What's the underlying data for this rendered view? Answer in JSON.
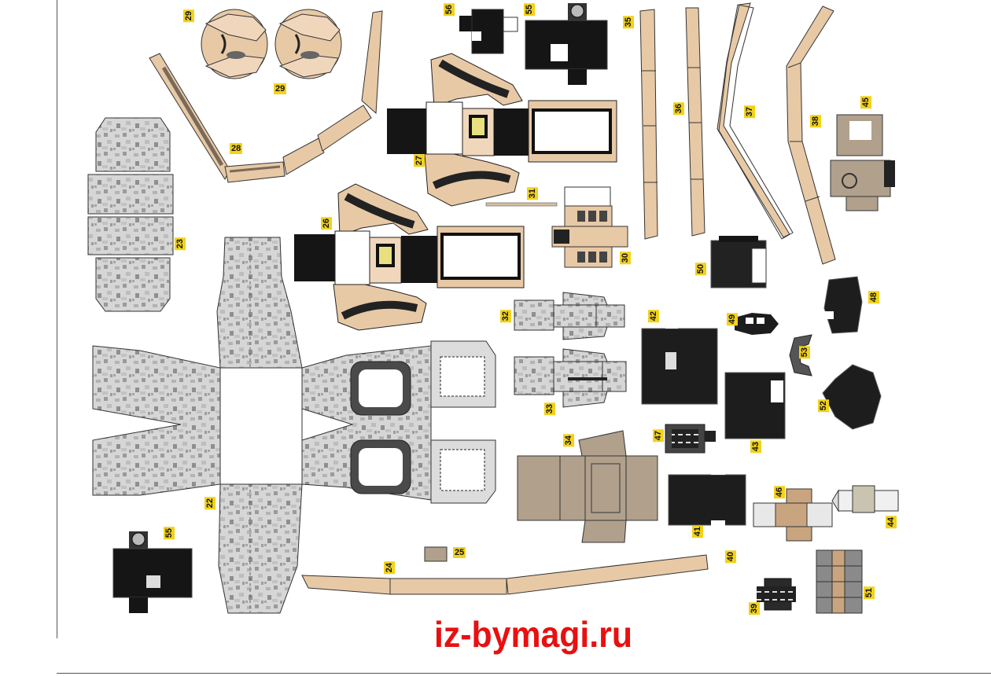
{
  "sheet": {
    "watermark": "iz-bymagi.ru",
    "colors": {
      "camo_light": "#d9d9d9",
      "camo_mid": "#b8b8b8",
      "camo_dark": "#8e8e8e",
      "tan": "#e8c9a6",
      "tan_dark": "#c9a57f",
      "khaki": "#b0a08c",
      "label_bg": "#f2d21a",
      "watermark": "#e81010",
      "black": "#151515"
    },
    "part_numbers": {
      "p22": "22",
      "p23": "23",
      "p24": "24",
      "p25": "25",
      "p26": "26",
      "p27": "27",
      "p28": "28",
      "p29a": "29",
      "p29b": "29",
      "p30": "30",
      "p31": "31",
      "p32": "32",
      "p33": "33",
      "p34": "34",
      "p35": "35",
      "p36": "36",
      "p37": "37",
      "p38": "38",
      "p39": "39",
      "p40": "40",
      "p41": "41",
      "p42": "42",
      "p43": "43",
      "p44": "44",
      "p45": "45",
      "p46": "46",
      "p47": "47",
      "p48": "48",
      "p49": "49",
      "p50": "50",
      "p51": "51",
      "p52": "52",
      "p53": "53",
      "p55a": "55",
      "p55b": "55",
      "p56": "56"
    }
  }
}
